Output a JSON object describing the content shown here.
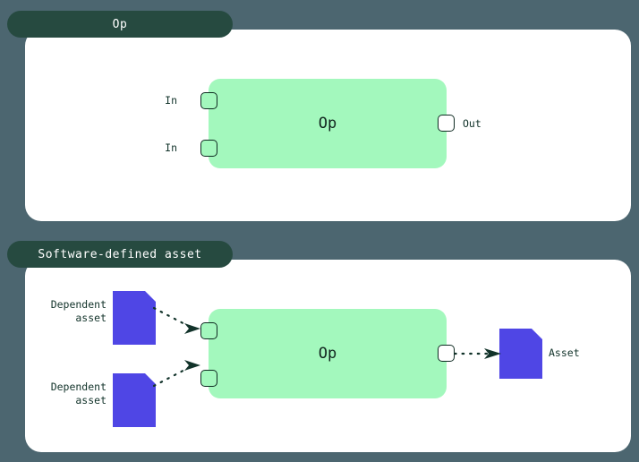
{
  "theme": {
    "background": "#4c6670",
    "panel_bg": "#ffffff",
    "chip_bg": "#264a40",
    "chip_text": "#ffffff",
    "op_node_bg": "#a3f8bd",
    "op_node_text": "#10231d",
    "port_border": "#0f2b22",
    "asset_fill": "#4f46e5",
    "connector": "#12332a"
  },
  "panels": [
    {
      "id": "op",
      "chip_label": "Op",
      "node": {
        "label": "Op",
        "inputs": [
          {
            "label": "In"
          },
          {
            "label": "In"
          }
        ],
        "outputs": [
          {
            "label": "Out"
          }
        ]
      }
    },
    {
      "id": "software-defined-asset",
      "chip_label": "Software-defined asset",
      "node": {
        "label": "Op",
        "inputs": [
          {
            "label": "Dependent\nasset",
            "line1": "Dependent",
            "line2": "asset",
            "icon": "asset-file-icon"
          },
          {
            "label": "Dependent\nasset",
            "line1": "Dependent",
            "line2": "asset",
            "icon": "asset-file-icon"
          }
        ],
        "outputs": [
          {
            "label": "Asset",
            "icon": "asset-file-icon"
          }
        ]
      }
    }
  ],
  "icons": {
    "asset_file": "asset-file-icon",
    "dotted_arrow": "dotted-arrow-icon",
    "port_square": "port-square-icon"
  }
}
